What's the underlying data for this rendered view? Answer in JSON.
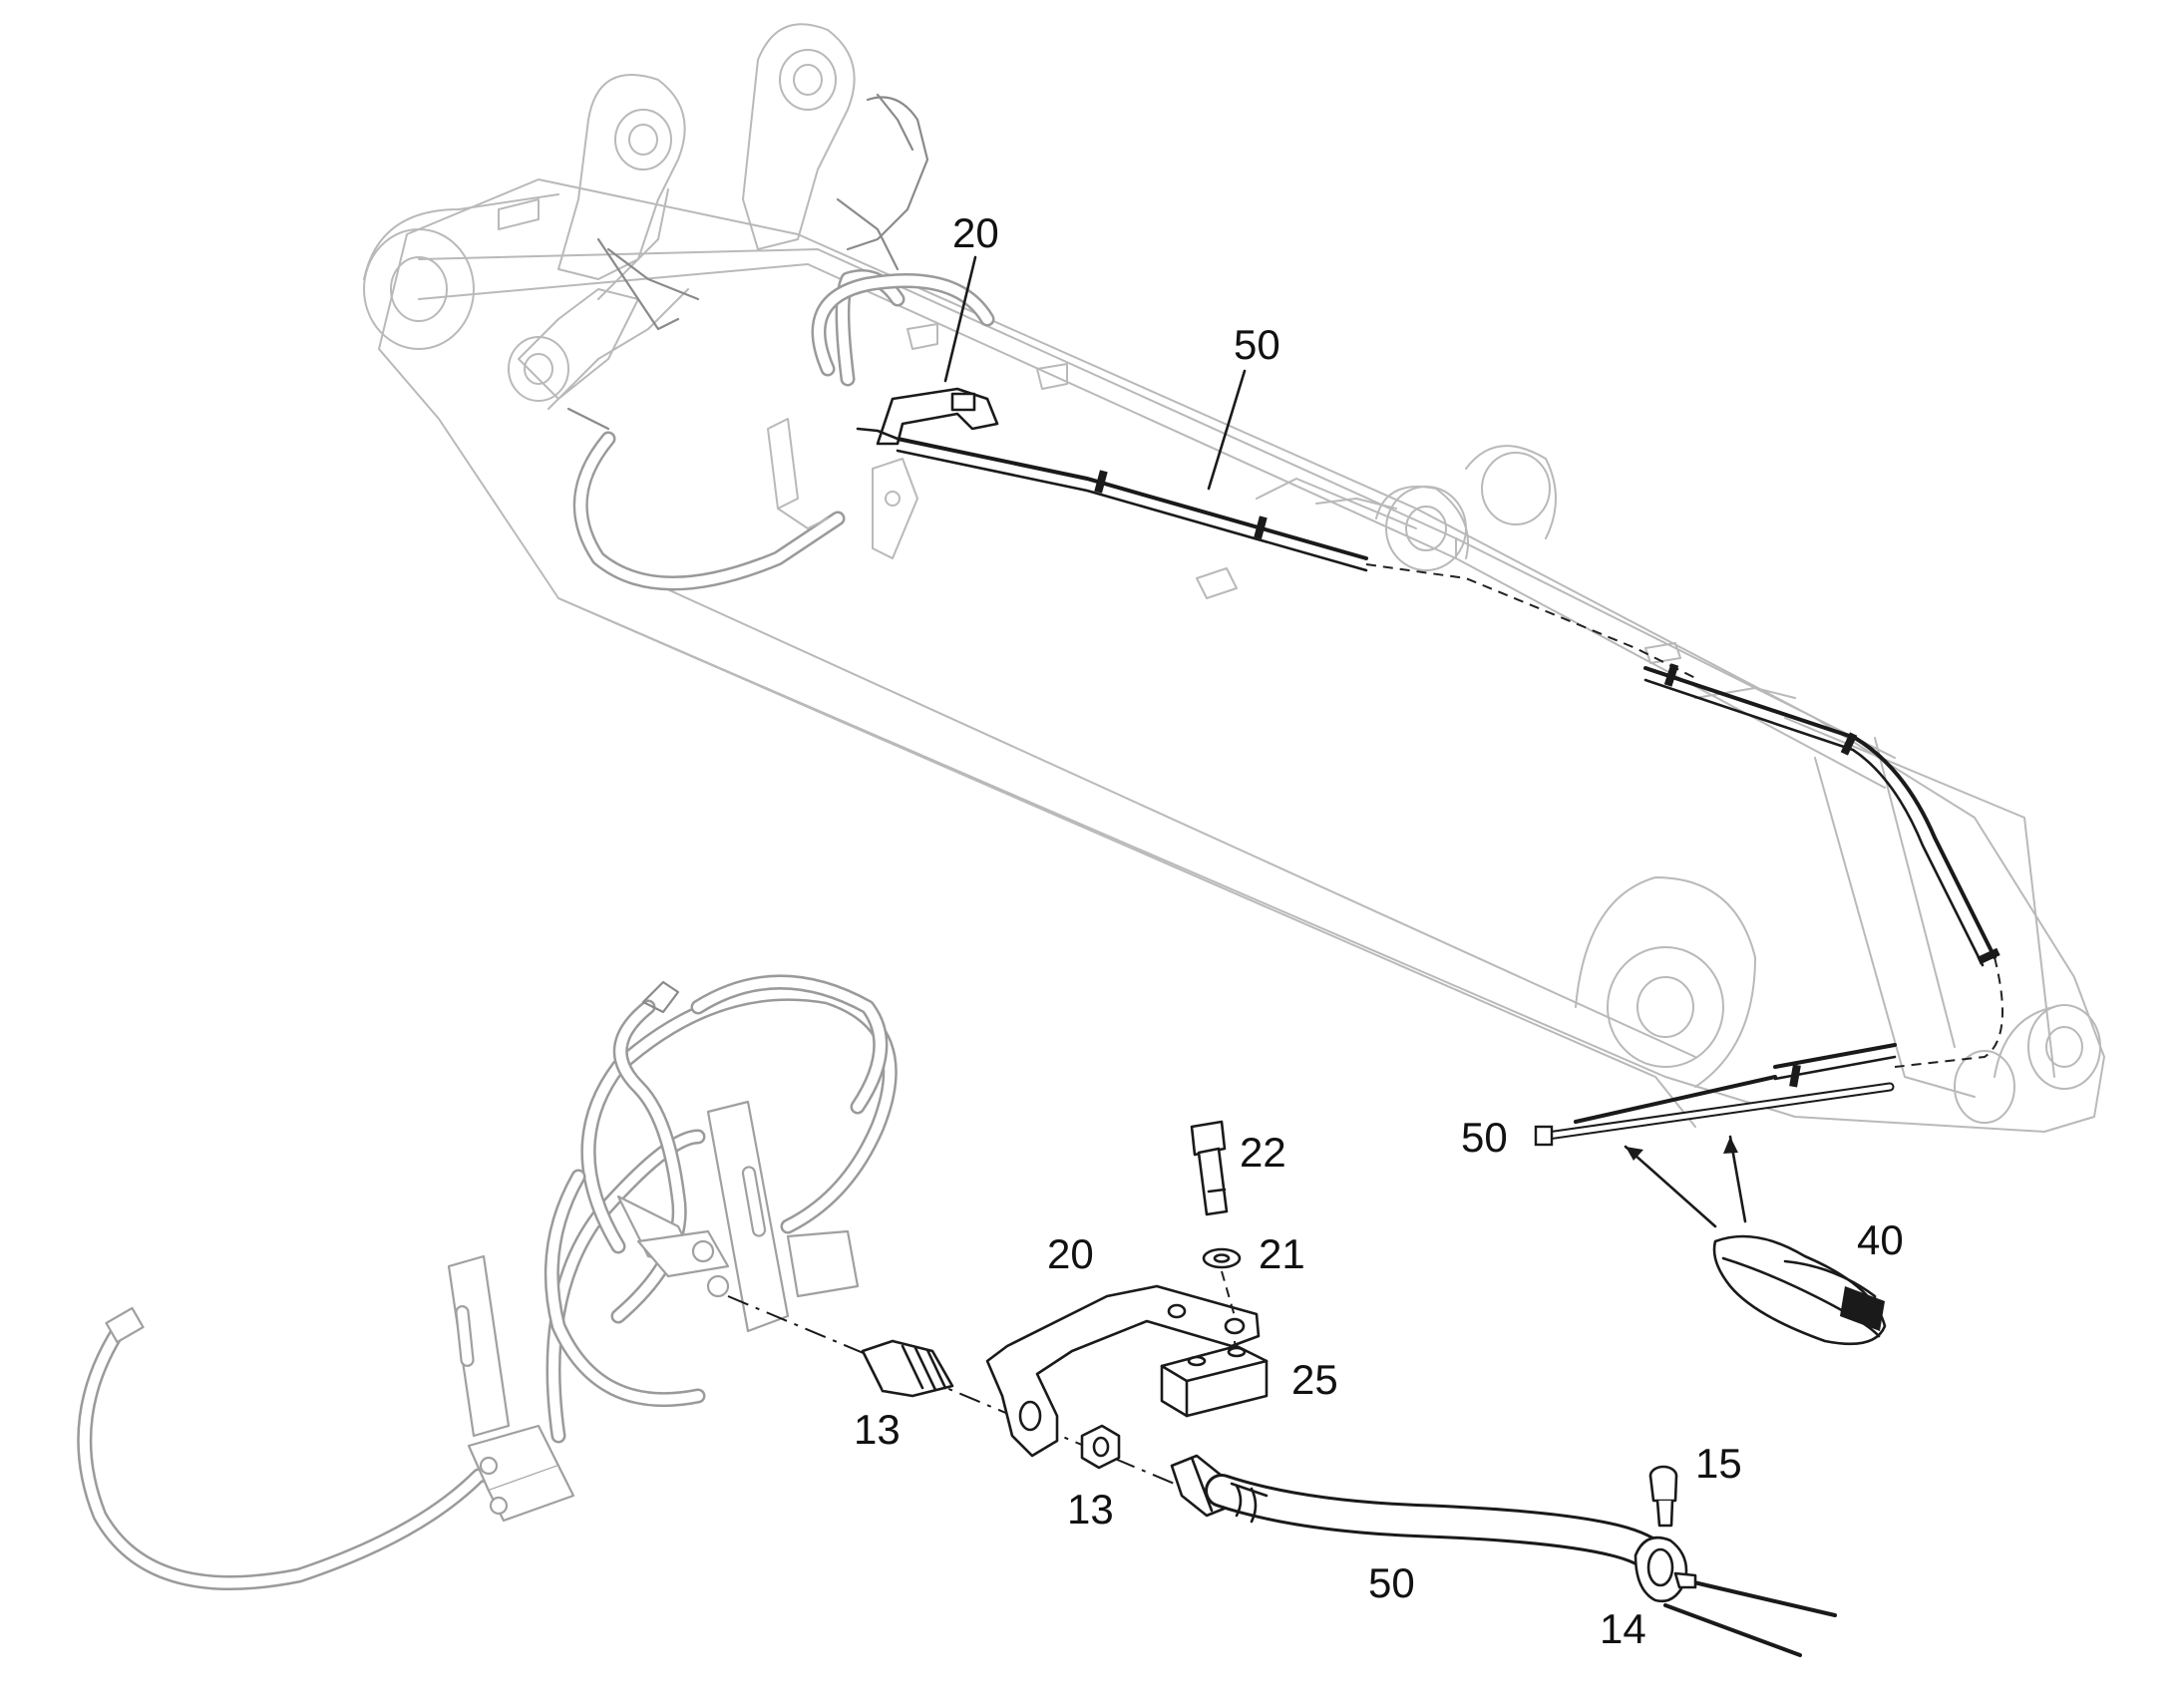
{
  "callouts": {
    "upper_20": "20",
    "upper_50": "50",
    "boom_50": "50",
    "strap_40": "40",
    "bolt_22": "22",
    "bracket_20": "20",
    "washer_21": "21",
    "block_25": "25",
    "fitting_13": "13",
    "nut_13": "13",
    "screw_15": "15",
    "hose_50": "50",
    "clamp_14": "14"
  },
  "colors": {
    "line_dark": "#1a1a1a",
    "line_light": "#b9b9b9",
    "background": "#ffffff"
  }
}
